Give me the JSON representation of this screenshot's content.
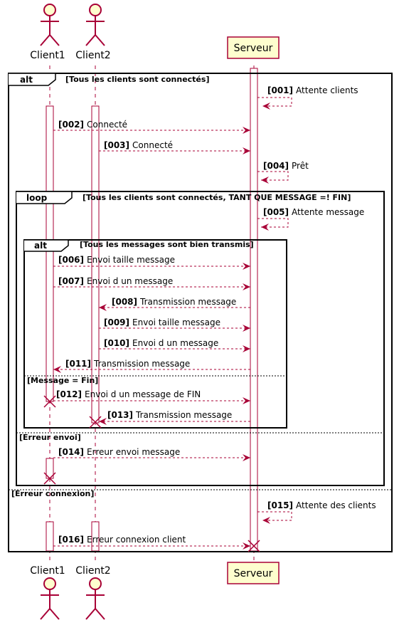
{
  "colors": {
    "accent": "#A80036",
    "participant_fill": "#FEFECE",
    "frame": "#000000"
  },
  "participants": {
    "client1": "Client1",
    "client2": "Client2",
    "serveur": "Serveur"
  },
  "fragments": {
    "outer_alt": {
      "keyword": "alt",
      "guard": "[Tous les clients sont connectés]",
      "else1": "[Erreur connexion]"
    },
    "loop": {
      "keyword": "loop",
      "guard": "[Tous les clients sont connectés, TANT QUE MESSAGE =! FIN]",
      "else1": "[Erreur envoi]"
    },
    "inner_alt": {
      "keyword": "alt",
      "guard": "[Tous les messages sont bien transmis]",
      "else1": "[Message = Fin]"
    }
  },
  "messages": [
    {
      "num": "[001]",
      "text": "Attente clients"
    },
    {
      "num": "[002]",
      "text": "Connecté"
    },
    {
      "num": "[003]",
      "text": "Connecté"
    },
    {
      "num": "[004]",
      "text": "Prêt"
    },
    {
      "num": "[005]",
      "text": "Attente message"
    },
    {
      "num": "[006]",
      "text": "Envoi taille message"
    },
    {
      "num": "[007]",
      "text": "Envoi d un message"
    },
    {
      "num": "[008]",
      "text": "Transmission message"
    },
    {
      "num": "[009]",
      "text": "Envoi taille message"
    },
    {
      "num": "[010]",
      "text": "Envoi d un message"
    },
    {
      "num": "[011]",
      "text": "Transmission message"
    },
    {
      "num": "[012]",
      "text": "Envoi d un message de FIN"
    },
    {
      "num": "[013]",
      "text": "Transmission message"
    },
    {
      "num": "[014]",
      "text": "Erreur envoi message"
    },
    {
      "num": "[015]",
      "text": "Attente des clients"
    },
    {
      "num": "[016]",
      "text": "Erreur connexion client"
    }
  ]
}
